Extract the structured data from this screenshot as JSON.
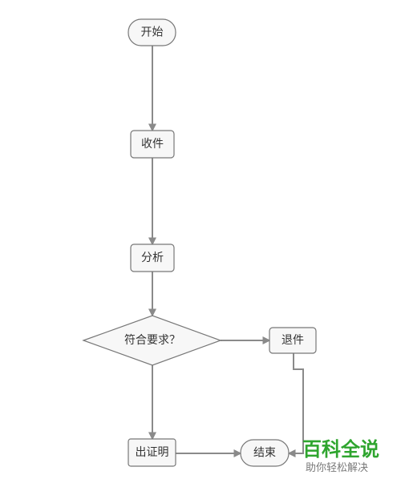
{
  "nodes": {
    "start": "开始",
    "receive": "收件",
    "analyze": "分析",
    "decision": "符合要求？",
    "return": "退件",
    "certificate": "出证明",
    "end": "结束"
  },
  "watermark": {
    "title": "百科全说",
    "subtitle": "助你轻松解决"
  }
}
